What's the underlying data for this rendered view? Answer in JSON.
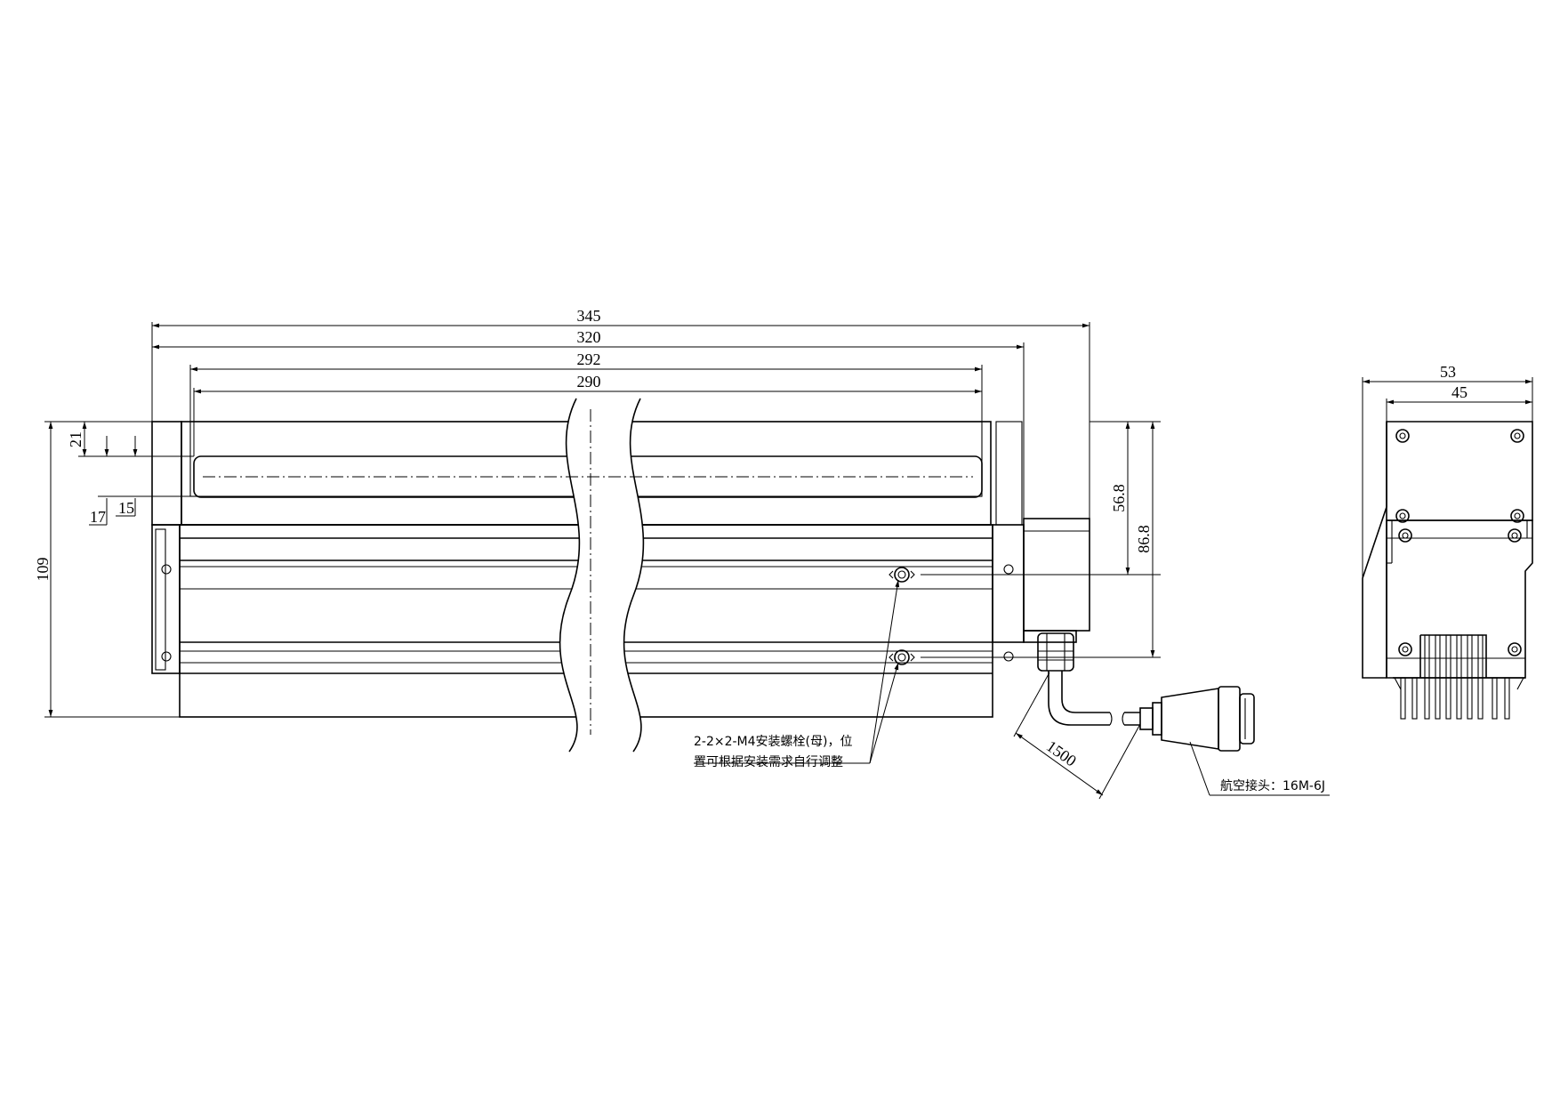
{
  "dimensions": {
    "d345": "345",
    "d320": "320",
    "d292": "292",
    "d290": "290",
    "d21": "21",
    "d17": "17",
    "d15": "15",
    "d109": "109",
    "d56_8": "56.8",
    "d86_8": "86.8",
    "d1500": "1500",
    "d53": "53",
    "d45": "45"
  },
  "notes": {
    "bolt_line1": "2-2×2-M4安装螺栓(母)，位",
    "bolt_line2": "置可根据安装需求自行调整",
    "connector": "航空接头：16M-6J"
  }
}
